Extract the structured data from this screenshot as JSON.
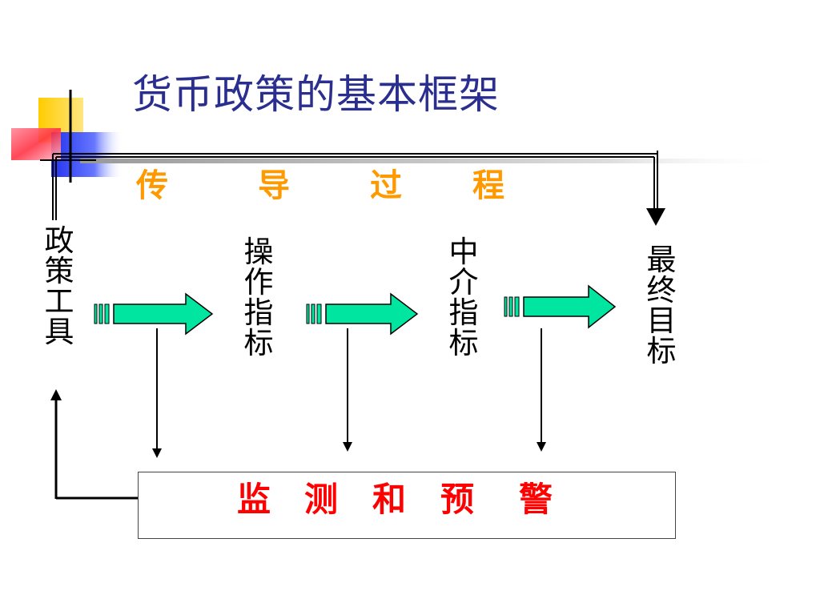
{
  "title": "货币政策的基本框架",
  "process": {
    "chars": [
      "传",
      "导",
      "过",
      "程"
    ]
  },
  "nodes": {
    "policy_tools": "政策工具",
    "operating_targets": "操作指标",
    "intermediate_targets": "中介指标",
    "final_goals": "最终目标"
  },
  "monitor": {
    "chars": [
      "监",
      "测",
      "和",
      "预",
      "警"
    ]
  },
  "colors": {
    "title": "#2a2f8f",
    "process": "#ff9900",
    "monitor": "#ff0000",
    "arrow_fill": "#00e6a0",
    "deco_yellow": "#ffcc00",
    "deco_blue": "#3344ee",
    "deco_red": "#ff4455"
  }
}
